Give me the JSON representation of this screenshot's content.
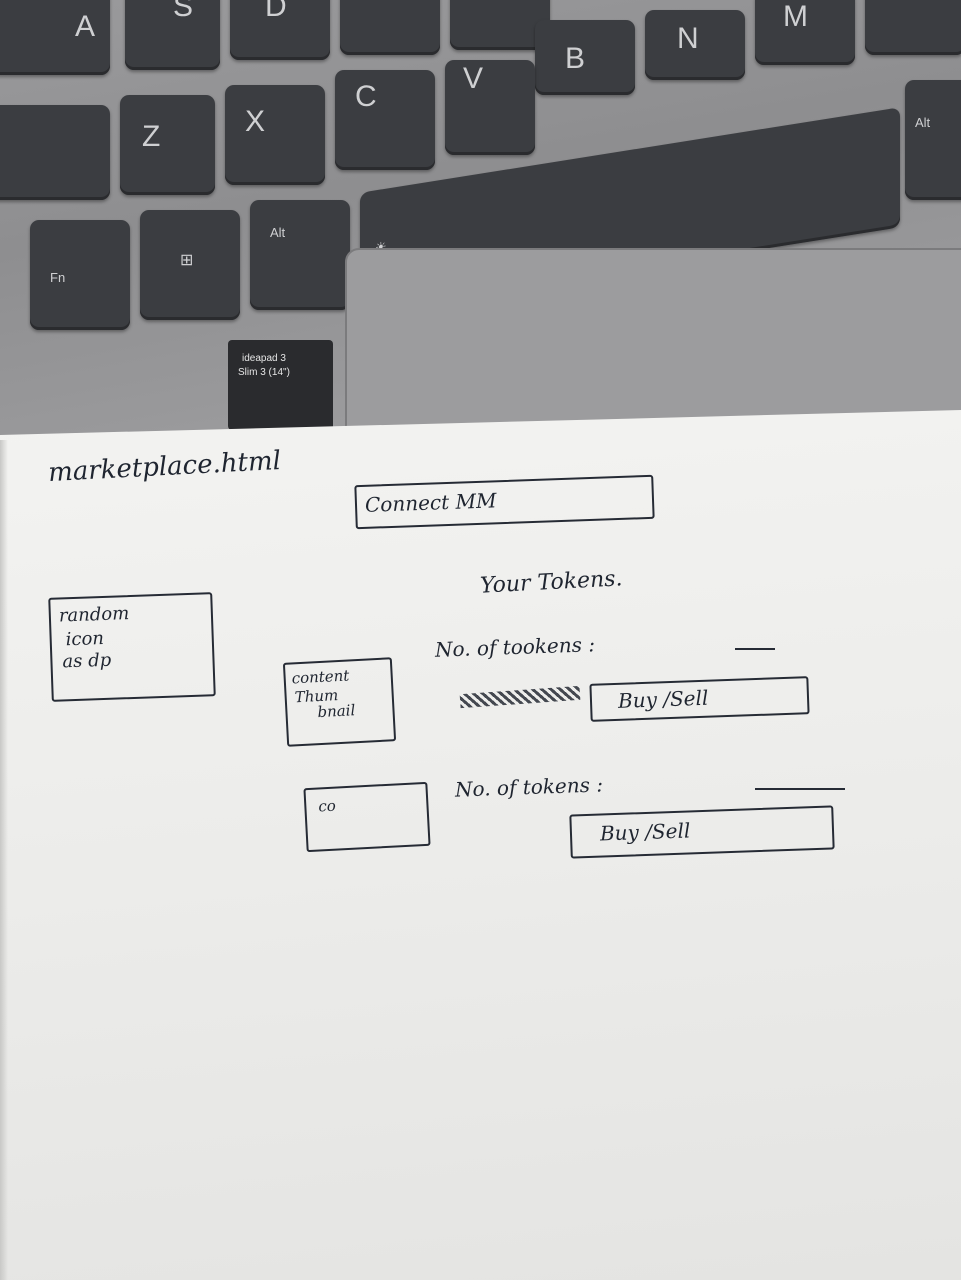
{
  "keyboard": {
    "row1": [
      "A",
      "S",
      "D",
      "B",
      "N",
      "M"
    ],
    "row2": [
      "Z",
      "X",
      "C",
      "V"
    ],
    "row3": [
      "Fn",
      "Alt"
    ],
    "right_key_label": "Alt",
    "brand_line1": "ideapad 3",
    "brand_line2": "Slim 3 (14\")"
  },
  "sketch": {
    "file_name": "marketplace.html",
    "connect_label": "Connect MM",
    "your_tokens": "Your Tokens.",
    "avatar_text_1": "random",
    "avatar_text_2": "icon",
    "avatar_text_3": "as dp",
    "thumb_text_1": "content",
    "thumb_text_2": "Thum",
    "thumb_text_3": "bnail",
    "thumb2_text": "co",
    "tokens_label_1": "No. of tookens :",
    "buy_sell_1": "Buy /Sell",
    "tokens_label_2": "No. of tokens :",
    "buy_sell_2": "Buy /Sell"
  },
  "colors": {
    "ink": "#1f2530",
    "key": "#3b3d41",
    "paper": "#f1f1ef"
  }
}
